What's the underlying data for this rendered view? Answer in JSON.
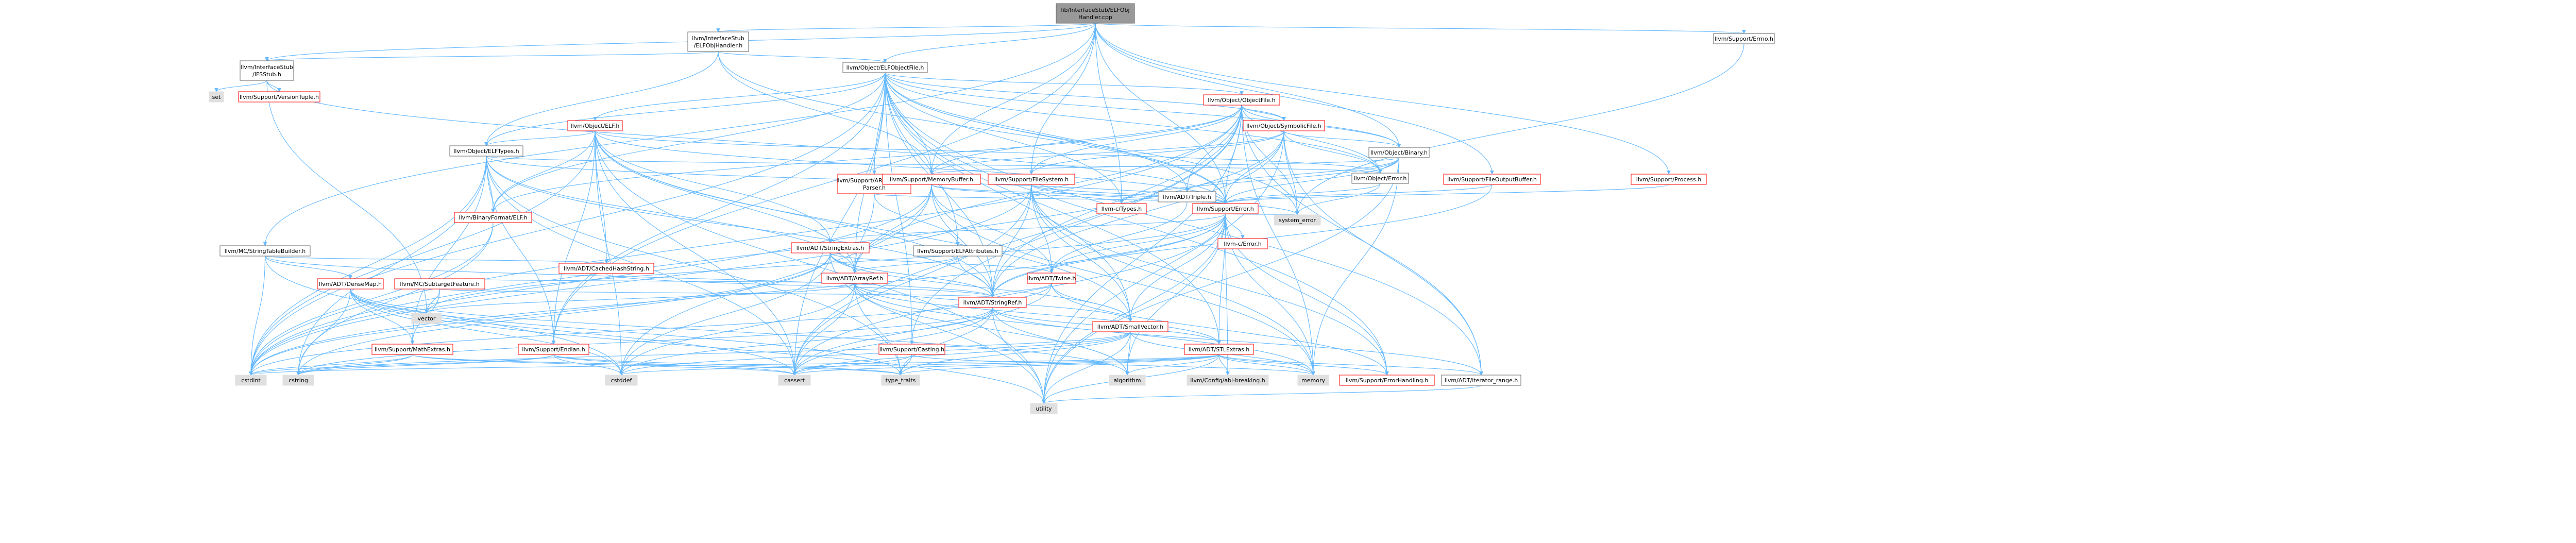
{
  "colors": {
    "edge": "#63b8ff",
    "node_border_root": "#666666",
    "node_fill_root": "#999999",
    "node_border_red": "#ff0000",
    "node_border_normal": "#666666",
    "node_fill_gray": "#e0e0e0",
    "node_fill_white": "#ffffff"
  },
  "nodes": [
    {
      "id": "root",
      "lines": [
        "lib/InterfaceStub/ELFObj",
        "Handler.cpp"
      ],
      "style": "root"
    },
    {
      "id": "n_elfobjhandler",
      "lines": [
        "llvm/InterfaceStub",
        "/ELFObjHandler.h"
      ],
      "style": "normal"
    },
    {
      "id": "n_ifsstub",
      "lines": [
        "llvm/InterfaceStub",
        "/IFSStub.h"
      ],
      "style": "normal"
    },
    {
      "id": "n_set",
      "lines": [
        "set"
      ],
      "style": "gray"
    },
    {
      "id": "n_versiontuple",
      "lines": [
        "llvm/Support/VersionTuple.h"
      ],
      "style": "red"
    },
    {
      "id": "n_elfobjectfile",
      "lines": [
        "llvm/Object/ELFObjectFile.h"
      ],
      "style": "normal"
    },
    {
      "id": "n_objectfile",
      "lines": [
        "llvm/Object/ObjectFile.h"
      ],
      "style": "red"
    },
    {
      "id": "n_symbolicfile",
      "lines": [
        "llvm/Object/SymbolicFile.h"
      ],
      "style": "red"
    },
    {
      "id": "n_binary",
      "lines": [
        "llvm/Object/Binary.h"
      ],
      "style": "normal"
    },
    {
      "id": "n_objerror",
      "lines": [
        "llvm/Object/Error.h"
      ],
      "style": "normal"
    },
    {
      "id": "n_elf",
      "lines": [
        "llvm/Object/ELF.h"
      ],
      "style": "red"
    },
    {
      "id": "n_elftypes",
      "lines": [
        "llvm/Object/ELFTypes.h"
      ],
      "style": "normal"
    },
    {
      "id": "n_armattr",
      "lines": [
        "llvm/Support/ARMAttribute",
        "Parser.h"
      ],
      "style": "red"
    },
    {
      "id": "n_memorybuffer",
      "lines": [
        "llvm/Support/MemoryBuffer.h"
      ],
      "style": "red"
    },
    {
      "id": "n_filesystem",
      "lines": [
        "llvm/Support/FileSystem.h"
      ],
      "style": "red"
    },
    {
      "id": "n_elfattributes",
      "lines": [
        "llvm/Support/ELFAttributes.h"
      ],
      "style": "normal"
    },
    {
      "id": "n_triple",
      "lines": [
        "llvm/ADT/Triple.h"
      ],
      "style": "normal"
    },
    {
      "id": "n_ctypes",
      "lines": [
        "llvm-c/Types.h"
      ],
      "style": "red"
    },
    {
      "id": "n_supporterror",
      "lines": [
        "llvm/Support/Error.h"
      ],
      "style": "red"
    },
    {
      "id": "n_cerror",
      "lines": [
        "llvm-c/Error.h"
      ],
      "style": "red"
    },
    {
      "id": "n_systemerror",
      "lines": [
        "system_error"
      ],
      "style": "gray"
    },
    {
      "id": "n_fileoutputbuffer",
      "lines": [
        "llvm/Support/FileOutputBuffer.h"
      ],
      "style": "red"
    },
    {
      "id": "n_process",
      "lines": [
        "llvm/Support/Process.h"
      ],
      "style": "red"
    },
    {
      "id": "n_errno",
      "lines": [
        "llvm/Support/Errno.h"
      ],
      "style": "normal"
    },
    {
      "id": "n_binaryformatelf",
      "lines": [
        "llvm/BinaryFormat/ELF.h"
      ],
      "style": "red"
    },
    {
      "id": "n_stringtablebuilder",
      "lines": [
        "llvm/MC/StringTableBuilder.h"
      ],
      "style": "normal"
    },
    {
      "id": "n_densemap",
      "lines": [
        "llvm/ADT/DenseMap.h"
      ],
      "style": "red"
    },
    {
      "id": "n_subtargetfeature",
      "lines": [
        "llvm/MC/SubtargetFeature.h"
      ],
      "style": "red"
    },
    {
      "id": "n_cachedhash",
      "lines": [
        "llvm/ADT/CachedHashString.h"
      ],
      "style": "red"
    },
    {
      "id": "n_stringextras",
      "lines": [
        "llvm/ADT/StringExtras.h"
      ],
      "style": "red"
    },
    {
      "id": "n_arrayref",
      "lines": [
        "llvm/ADT/ArrayRef.h"
      ],
      "style": "red"
    },
    {
      "id": "n_twine",
      "lines": [
        "llvm/ADT/Twine.h"
      ],
      "style": "red"
    },
    {
      "id": "n_stringref",
      "lines": [
        "llvm/ADT/StringRef.h"
      ],
      "style": "red"
    },
    {
      "id": "n_vector",
      "lines": [
        "vector"
      ],
      "style": "gray"
    },
    {
      "id": "n_mathextras",
      "lines": [
        "llvm/Support/MathExtras.h"
      ],
      "style": "red"
    },
    {
      "id": "n_endian",
      "lines": [
        "llvm/Support/Endian.h"
      ],
      "style": "red"
    },
    {
      "id": "n_casting",
      "lines": [
        "llvm/Support/Casting.h"
      ],
      "style": "red"
    },
    {
      "id": "n_smallvector",
      "lines": [
        "llvm/ADT/SmallVector.h"
      ],
      "style": "red"
    },
    {
      "id": "n_stlextras",
      "lines": [
        "llvm/ADT/STLExtras.h"
      ],
      "style": "red"
    },
    {
      "id": "n_errorhandling",
      "lines": [
        "llvm/Support/ErrorHandling.h"
      ],
      "style": "red"
    },
    {
      "id": "n_iteratorrange",
      "lines": [
        "llvm/ADT/iterator_range.h"
      ],
      "style": "normal"
    },
    {
      "id": "n_configabi",
      "lines": [
        "llvm/Config/abi-breaking.h"
      ],
      "style": "gray"
    },
    {
      "id": "n_cstdint",
      "lines": [
        "cstdint"
      ],
      "style": "gray"
    },
    {
      "id": "n_cstring",
      "lines": [
        "cstring"
      ],
      "style": "gray"
    },
    {
      "id": "n_cstddef",
      "lines": [
        "cstddef"
      ],
      "style": "gray"
    },
    {
      "id": "n_cassert",
      "lines": [
        "cassert"
      ],
      "style": "gray"
    },
    {
      "id": "n_typetraits",
      "lines": [
        "type_traits"
      ],
      "style": "gray"
    },
    {
      "id": "n_algorithm",
      "lines": [
        "algorithm"
      ],
      "style": "gray"
    },
    {
      "id": "n_memory",
      "lines": [
        "memory"
      ],
      "style": "gray"
    },
    {
      "id": "n_utility",
      "lines": [
        "utility"
      ],
      "style": "gray"
    }
  ],
  "edges": [
    [
      "root",
      "n_elfobjhandler"
    ],
    [
      "root",
      "n_ifsstub"
    ],
    [
      "root",
      "n_elfobjectfile"
    ],
    [
      "root",
      "n_stringtablebuilder"
    ],
    [
      "root",
      "n_memorybuffer"
    ],
    [
      "root",
      "n_errno"
    ],
    [
      "root",
      "n_fileoutputbuffer"
    ],
    [
      "root",
      "n_process"
    ],
    [
      "root",
      "n_supporterror"
    ],
    [
      "root",
      "n_binary"
    ],
    [
      "root",
      "n_endian"
    ],
    [
      "root",
      "n_filesystem"
    ],
    [
      "root",
      "n_ctypes"
    ],
    [
      "n_elfobjhandler",
      "n_ifsstub"
    ],
    [
      "n_elfobjhandler",
      "n_elfobjectfile"
    ],
    [
      "n_elfobjhandler",
      "n_supporterror"
    ],
    [
      "n_elfobjhandler",
      "n_memorybuffer"
    ],
    [
      "n_elfobjhandler",
      "n_elftypes"
    ],
    [
      "n_ifsstub",
      "n_set"
    ],
    [
      "n_ifsstub",
      "n_versiontuple"
    ],
    [
      "n_ifsstub",
      "n_vector"
    ],
    [
      "n_ifsstub",
      "n_supporterror"
    ],
    [
      "n_elfobjectfile",
      "n_objectfile"
    ],
    [
      "n_elfobjectfile",
      "n_symbolicfile"
    ],
    [
      "n_elfobjectfile",
      "n_binary"
    ],
    [
      "n_elfobjectfile",
      "n_objerror"
    ],
    [
      "n_elfobjectfile",
      "n_elf"
    ],
    [
      "n_elfobjectfile",
      "n_elftypes"
    ],
    [
      "n_elfobjectfile",
      "n_armattr"
    ],
    [
      "n_elfobjectfile",
      "n_memorybuffer"
    ],
    [
      "n_elfobjectfile",
      "n_triple"
    ],
    [
      "n_elfobjectfile",
      "n_supporterror"
    ],
    [
      "n_elfobjectfile",
      "n_arrayref"
    ],
    [
      "n_elfobjectfile",
      "n_stringref"
    ],
    [
      "n_elfobjectfile",
      "n_casting"
    ],
    [
      "n_elfobjectfile",
      "n_endian"
    ],
    [
      "n_elfobjectfile",
      "n_binaryformatelf"
    ],
    [
      "n_elfobjectfile",
      "n_elfattributes"
    ],
    [
      "n_elfobjectfile",
      "n_stlextras"
    ],
    [
      "n_elfobjectfile",
      "n_iteratorrange"
    ],
    [
      "n_elfobjectfile",
      "n_errorhandling"
    ],
    [
      "n_elfobjectfile",
      "n_cstdint"
    ],
    [
      "n_elfobjectfile",
      "n_cassert"
    ],
    [
      "n_elfobjectfile",
      "n_systemerror"
    ],
    [
      "n_elfobjectfile",
      "n_smallvector"
    ],
    [
      "n_elfobjectfile",
      "n_ctypes"
    ],
    [
      "n_objectfile",
      "n_symbolicfile"
    ],
    [
      "n_objectfile",
      "n_binary"
    ],
    [
      "n_objectfile",
      "n_objerror"
    ],
    [
      "n_objectfile",
      "n_memorybuffer"
    ],
    [
      "n_objectfile",
      "n_triple"
    ],
    [
      "n_objectfile",
      "n_supporterror"
    ],
    [
      "n_objectfile",
      "n_arrayref"
    ],
    [
      "n_objectfile",
      "n_stringref"
    ],
    [
      "n_objectfile",
      "n_casting"
    ],
    [
      "n_objectfile",
      "n_iteratorrange"
    ],
    [
      "n_objectfile",
      "n_cassert"
    ],
    [
      "n_objectfile",
      "n_memory"
    ],
    [
      "n_objectfile",
      "n_systemerror"
    ],
    [
      "n_objectfile",
      "n_cstdint"
    ],
    [
      "n_objectfile",
      "n_binaryformatelf"
    ],
    [
      "n_objectfile",
      "n_filesystem"
    ],
    [
      "n_objectfile",
      "n_utility"
    ],
    [
      "n_symbolicfile",
      "n_binary"
    ],
    [
      "n_symbolicfile",
      "n_supporterror"
    ],
    [
      "n_symbolicfile",
      "n_filesystem"
    ],
    [
      "n_symbolicfile",
      "n_memorybuffer"
    ],
    [
      "n_symbolicfile",
      "n_iteratorrange"
    ],
    [
      "n_symbolicfile",
      "n_cstdint"
    ],
    [
      "n_symbolicfile",
      "n_cinttypes_skip"
    ],
    [
      "n_symbolicfile",
      "n_systemerror"
    ],
    [
      "n_symbolicfile",
      "n_stringref"
    ],
    [
      "n_symbolicfile",
      "n_utility"
    ],
    [
      "n_symbolicfile",
      "n_objerror"
    ],
    [
      "n_binary",
      "n_triple"
    ],
    [
      "n_binary",
      "n_objerror"
    ],
    [
      "n_binary",
      "n_supporterror"
    ],
    [
      "n_binary",
      "n_memorybuffer"
    ],
    [
      "n_binary",
      "n_ctypes"
    ],
    [
      "n_binary",
      "n_memory"
    ],
    [
      "n_binary",
      "n_utility"
    ],
    [
      "n_objerror",
      "n_supporterror"
    ],
    [
      "n_objerror",
      "n_systemerror"
    ],
    [
      "n_elf",
      "n_elftypes"
    ],
    [
      "n_elf",
      "n_objerror"
    ],
    [
      "n_elf",
      "n_binaryformatelf"
    ],
    [
      "n_elf",
      "n_supporterror"
    ],
    [
      "n_elf",
      "n_arrayref"
    ],
    [
      "n_elf",
      "n_smallvector"
    ],
    [
      "n_elf",
      "n_stringref"
    ],
    [
      "n_elf",
      "n_cachedhash"
    ],
    [
      "n_elf",
      "n_stringextras"
    ],
    [
      "n_elf",
      "n_cstdint"
    ],
    [
      "n_elf",
      "n_cassert"
    ],
    [
      "n_elf",
      "n_cstddef"
    ],
    [
      "n_elf",
      "n_endian"
    ],
    [
      "n_elf",
      "n_limits_skip"
    ],
    [
      "n_elf",
      "n_utility"
    ],
    [
      "n_elftypes",
      "n_binaryformatelf"
    ],
    [
      "n_elftypes",
      "n_objerror"
    ],
    [
      "n_elftypes",
      "n_supporterror"
    ],
    [
      "n_elftypes",
      "n_endian"
    ],
    [
      "n_elftypes",
      "n_mathextras"
    ],
    [
      "n_elftypes",
      "n_stringref"
    ],
    [
      "n_elftypes",
      "n_arrayref"
    ],
    [
      "n_elftypes",
      "n_cassert"
    ],
    [
      "n_elftypes",
      "n_cstdint"
    ],
    [
      "n_elftypes",
      "n_cstring"
    ],
    [
      "n_elftypes",
      "n_typetraits"
    ],
    [
      "n_armattr",
      "n_supporterror"
    ],
    [
      "n_armattr",
      "n_elfattributes"
    ],
    [
      "n_armattr",
      "n_arrayref"
    ],
    [
      "n_memorybuffer",
      "n_supporterror"
    ],
    [
      "n_memorybuffer",
      "n_arrayref"
    ],
    [
      "n_memorybuffer",
      "n_stringref"
    ],
    [
      "n_memorybuffer",
      "n_twine"
    ],
    [
      "n_memorybuffer",
      "n_ctypes"
    ],
    [
      "n_memorybuffer",
      "n_cstddef"
    ],
    [
      "n_memorybuffer",
      "n_memory"
    ],
    [
      "n_memorybuffer",
      "n_cstdint"
    ],
    [
      "n_filesystem",
      "n_supporterror"
    ],
    [
      "n_filesystem",
      "n_twine"
    ],
    [
      "n_filesystem",
      "n_stringref"
    ],
    [
      "n_filesystem",
      "n_smallvector"
    ],
    [
      "n_filesystem",
      "n_errorhandling"
    ],
    [
      "n_filesystem",
      "n_systemerror"
    ],
    [
      "n_filesystem",
      "n_memory"
    ],
    [
      "n_filesystem",
      "n_cassert"
    ],
    [
      "n_filesystem",
      "n_cstdint"
    ],
    [
      "n_elfattributes",
      "n_arrayref"
    ],
    [
      "n_elfattributes",
      "n_stringref"
    ],
    [
      "n_triple",
      "n_twine"
    ],
    [
      "n_ctypes",
      "n_cstddef_skip"
    ],
    [
      "n_supporterror",
      "n_cerror"
    ],
    [
      "n_supporterror",
      "n_twine"
    ],
    [
      "n_supporterror",
      "n_stringextras"
    ],
    [
      "n_supporterror",
      "n_errorhandling"
    ],
    [
      "n_supporterror",
      "n_configabi"
    ],
    [
      "n_supporterror",
      "n_systemerror"
    ],
    [
      "n_supporterror",
      "n_algorithm"
    ],
    [
      "n_supporterror",
      "n_cassert"
    ],
    [
      "n_supporterror",
      "n_cstdint"
    ],
    [
      "n_supporterror",
      "n_memory"
    ],
    [
      "n_supporterror",
      "n_utility"
    ],
    [
      "n_supporterror",
      "n_vector"
    ],
    [
      "n_supporterror",
      "n_stringref"
    ],
    [
      "n_supporterror",
      "n_smallvector"
    ],
    [
      "n_supporterror",
      "n_stlextras"
    ],
    [
      "n_fileoutputbuffer",
      "n_supporterror"
    ],
    [
      "n_fileoutputbuffer",
      "n_stringref"
    ],
    [
      "n_process",
      "n_supporterror"
    ],
    [
      "n_errno",
      "n_systemerror"
    ],
    [
      "n_binaryformatelf",
      "n_cstdint"
    ],
    [
      "n_binaryformatelf",
      "n_cstring"
    ],
    [
      "n_stringtablebuilder",
      "n_cachedhash"
    ],
    [
      "n_stringtablebuilder",
      "n_densemap"
    ],
    [
      "n_stringtablebuilder",
      "n_stringref"
    ],
    [
      "n_stringtablebuilder",
      "n_cstddef"
    ],
    [
      "n_stringtablebuilder",
      "n_cstdint"
    ],
    [
      "n_densemap",
      "n_mathextras"
    ],
    [
      "n_densemap",
      "n_cassert"
    ],
    [
      "n_densemap",
      "n_cstddef"
    ],
    [
      "n_densemap",
      "n_cstring"
    ],
    [
      "n_densemap",
      "n_utility"
    ],
    [
      "n_densemap",
      "n_algorithm"
    ],
    [
      "n_densemap",
      "n_typetraits"
    ],
    [
      "n_subtargetfeature",
      "n_stringref"
    ],
    [
      "n_subtargetfeature",
      "n_mathextras"
    ],
    [
      "n_subtargetfeature",
      "n_vector"
    ],
    [
      "n_subtargetfeature",
      "n_arrayref"
    ],
    [
      "n_cachedhash",
      "n_stringref"
    ],
    [
      "n_stringextras",
      "n_arrayref"
    ],
    [
      "n_stringextras",
      "n_smallvector"
    ],
    [
      "n_stringextras",
      "n_stringref"
    ],
    [
      "n_stringextras",
      "n_twine"
    ],
    [
      "n_stringextras",
      "n_cstring"
    ],
    [
      "n_stringextras",
      "n_cstddef"
    ],
    [
      "n_stringextras",
      "n_cstdint"
    ],
    [
      "n_stringextras",
      "n_iterator_skip"
    ],
    [
      "n_stringextras",
      "n_utility"
    ],
    [
      "n_arrayref",
      "n_smallvector"
    ],
    [
      "n_arrayref",
      "n_stlextras"
    ],
    [
      "n_arrayref",
      "n_vector"
    ],
    [
      "n_arrayref",
      "n_algorithm"
    ],
    [
      "n_arrayref",
      "n_cassert"
    ],
    [
      "n_arrayref",
      "n_cstddef"
    ],
    [
      "n_arrayref",
      "n_memory"
    ],
    [
      "n_arrayref",
      "n_typetraits"
    ],
    [
      "n_twine",
      "n_smallvector"
    ],
    [
      "n_twine",
      "n_stringref"
    ],
    [
      "n_twine",
      "n_errorhandling"
    ],
    [
      "n_twine",
      "n_cassert"
    ],
    [
      "n_twine",
      "n_cstdint"
    ],
    [
      "n_stringref",
      "n_stlextras"
    ],
    [
      "n_stringref",
      "n_iteratorrange"
    ],
    [
      "n_stringref",
      "n_algorithm"
    ],
    [
      "n_stringref",
      "n_cassert"
    ],
    [
      "n_stringref",
      "n_cstddef"
    ],
    [
      "n_stringref",
      "n_cstring"
    ],
    [
      "n_stringref",
      "n_typetraits"
    ],
    [
      "n_stringref",
      "n_utility"
    ],
    [
      "n_stringref",
      "n_limits_skip"
    ],
    [
      "n_mathextras",
      "n_cassert"
    ],
    [
      "n_mathextras",
      "n_cstdint"
    ],
    [
      "n_mathextras",
      "n_cstring"
    ],
    [
      "n_mathextras",
      "n_typetraits"
    ],
    [
      "n_endian",
      "n_cassert"
    ],
    [
      "n_endian",
      "n_cstddef"
    ],
    [
      "n_endian",
      "n_cstdint"
    ],
    [
      "n_endian",
      "n_cstring"
    ],
    [
      "n_endian",
      "n_typetraits"
    ],
    [
      "n_casting",
      "n_cassert"
    ],
    [
      "n_casting",
      "n_memory"
    ],
    [
      "n_casting",
      "n_typetraits"
    ],
    [
      "n_smallvector",
      "n_cassert"
    ],
    [
      "n_smallvector",
      "n_cstddef"
    ],
    [
      "n_smallvector",
      "n_cstring"
    ],
    [
      "n_smallvector",
      "n_algorithm"
    ],
    [
      "n_smallvector",
      "n_memory"
    ],
    [
      "n_smallvector",
      "n_utility"
    ],
    [
      "n_smallvector",
      "n_typetraits"
    ],
    [
      "n_stlextras",
      "n_iteratorrange"
    ],
    [
      "n_stlextras",
      "n_configabi"
    ],
    [
      "n_stlextras",
      "n_errorhandling"
    ],
    [
      "n_stlextras",
      "n_algorithm"
    ],
    [
      "n_stlextras",
      "n_cassert"
    ],
    [
      "n_stlextras",
      "n_cstddef"
    ],
    [
      "n_stlextras",
      "n_cstdint"
    ],
    [
      "n_stlextras",
      "n_memory"
    ],
    [
      "n_stlextras",
      "n_typetraits"
    ],
    [
      "n_stlextras",
      "n_utility"
    ],
    [
      "n_iteratorrange",
      "n_utility"
    ]
  ]
}
